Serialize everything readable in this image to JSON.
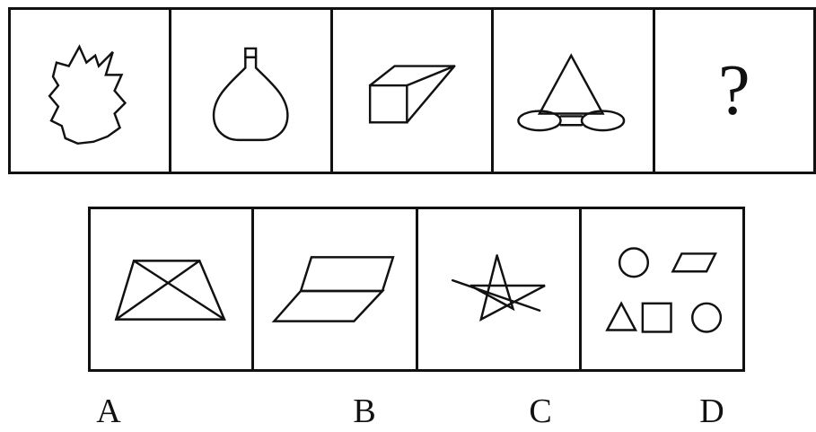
{
  "question": {
    "cells": [
      {
        "icon": "spiky-blob-icon"
      },
      {
        "icon": "flask-icon"
      },
      {
        "icon": "box-icon"
      },
      {
        "icon": "triangle-two-ellipses-icon"
      },
      {
        "text": "?"
      }
    ]
  },
  "options": [
    {
      "label": "A",
      "icon": "trapezoid-with-diagonals-icon"
    },
    {
      "label": "B",
      "icon": "parallelogram-pair-icon"
    },
    {
      "label": "C",
      "icon": "star-with-line-icon"
    },
    {
      "label": "D",
      "icon": "scattered-shapes-icon"
    }
  ],
  "colors": {
    "stroke": "#111111",
    "background": "#ffffff"
  }
}
